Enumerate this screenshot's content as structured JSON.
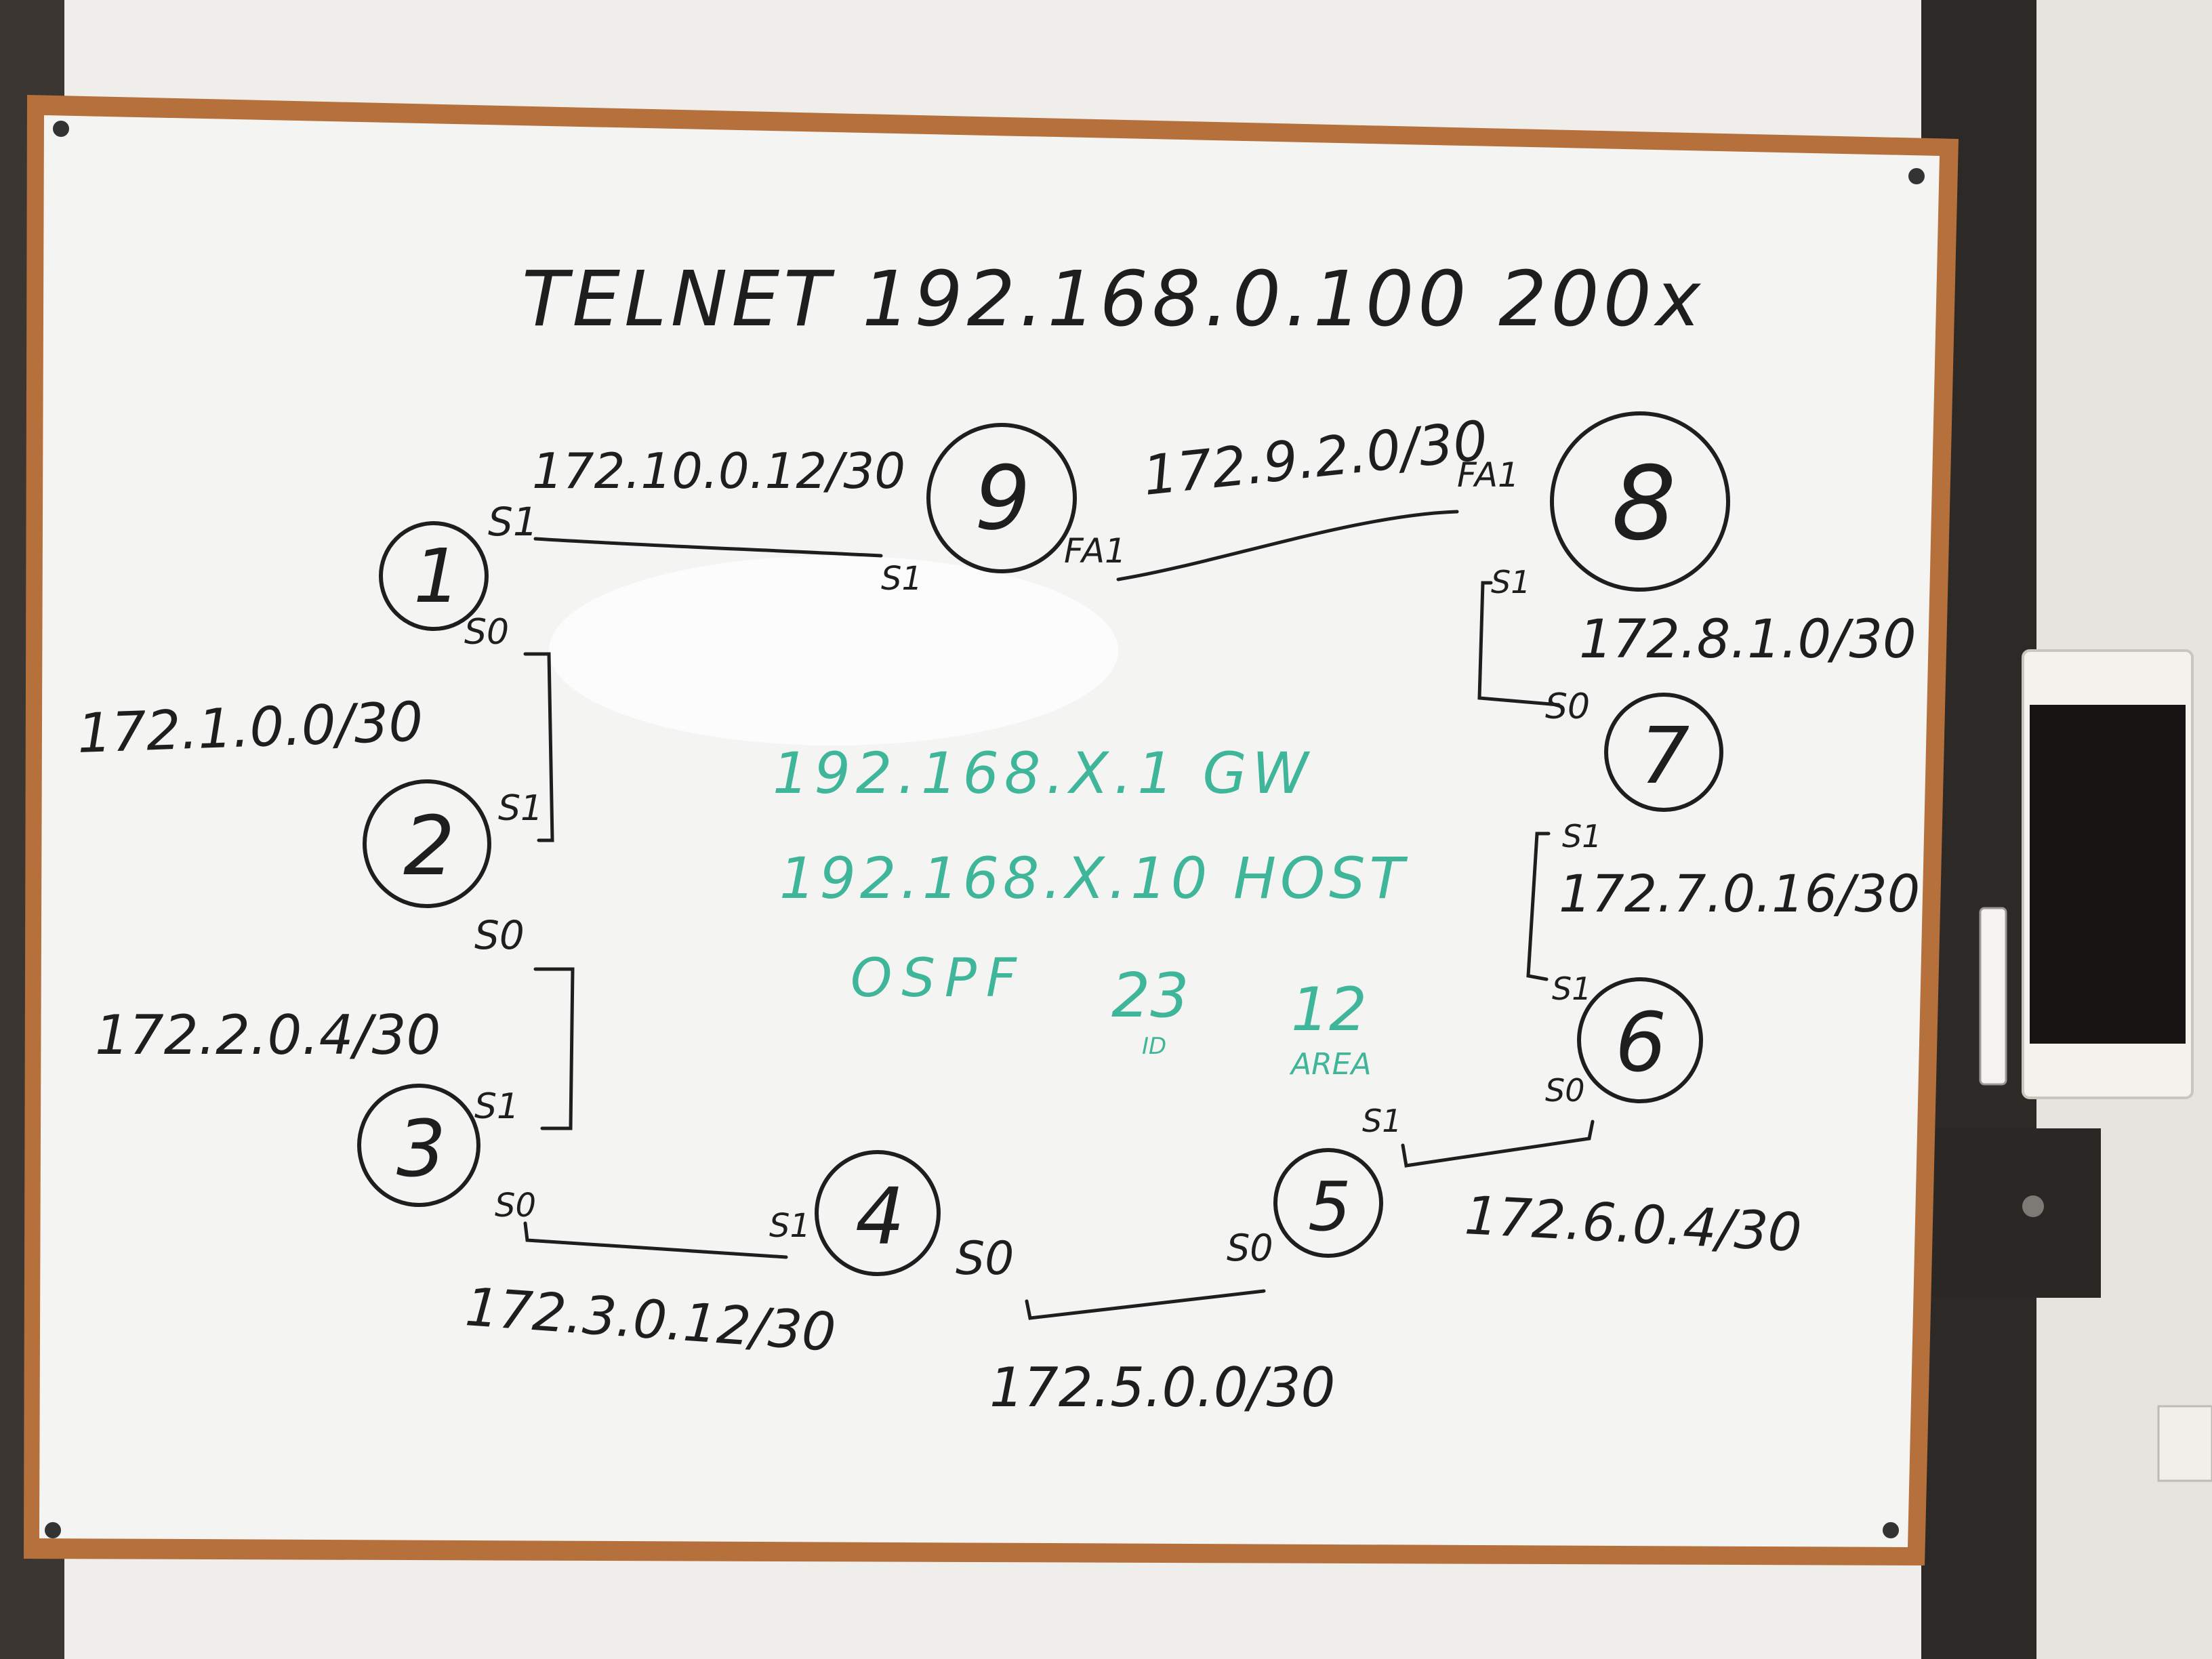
{
  "board": {
    "title": "TELNET 192.168.0.100 200x",
    "colors": {
      "ink": "#1e1e1e",
      "marker_green": "#3fb59a",
      "frame": "#b5703c",
      "board": "#f4f4f2",
      "wall": "#ecebe7",
      "metal": "#2e2b29"
    }
  },
  "center_notes": {
    "gateway": "192.168.X.1 GW",
    "host": "192.168.X.10 HOST",
    "ospf_label": "OSPF",
    "ospf_id": "23",
    "ospf_area": "12",
    "id_caption": "ID",
    "area_caption": "AREA"
  },
  "routers": [
    {
      "id": "1",
      "label": "1"
    },
    {
      "id": "2",
      "label": "2"
    },
    {
      "id": "3",
      "label": "3"
    },
    {
      "id": "4",
      "label": "4"
    },
    {
      "id": "5",
      "label": "5"
    },
    {
      "id": "6",
      "label": "6"
    },
    {
      "id": "7",
      "label": "7"
    },
    {
      "id": "8",
      "label": "8"
    },
    {
      "id": "9",
      "label": "9"
    }
  ],
  "interfaces": {
    "r1_s1": "S1",
    "r1_s0": "S0",
    "r2_s1": "S1",
    "r2_s0": "S0",
    "r3_s1": "S1",
    "r3_s0": "S0",
    "r4_s1": "S1",
    "r4_s0": "S0",
    "r5_s0": "S0",
    "r5_s1": "S1",
    "r6_s0": "S0",
    "r6_s1": "S1",
    "r7_s1": "S1",
    "r7_s0": "S0",
    "r8_s1": "S1",
    "r8_fa1": "FA1",
    "r9_s1": "S1",
    "r9_fa1": "FA1"
  },
  "subnets": {
    "r9_r1": "172.10.0.12/30",
    "r9_r8": "172.9.2.0/30",
    "r8_r7": "172.8.1.0/30",
    "r1_r2": "172.1.0.0/30",
    "r2_r3": "172.2.0.4/30",
    "r3_r4": "172.3.0.12/30",
    "r4_r5": "172.5.0.0/30",
    "r5_r6": "172.6.0.4/30",
    "r7_r6": "172.7.0.16/30"
  },
  "misc": {
    "marker_label": ""
  }
}
